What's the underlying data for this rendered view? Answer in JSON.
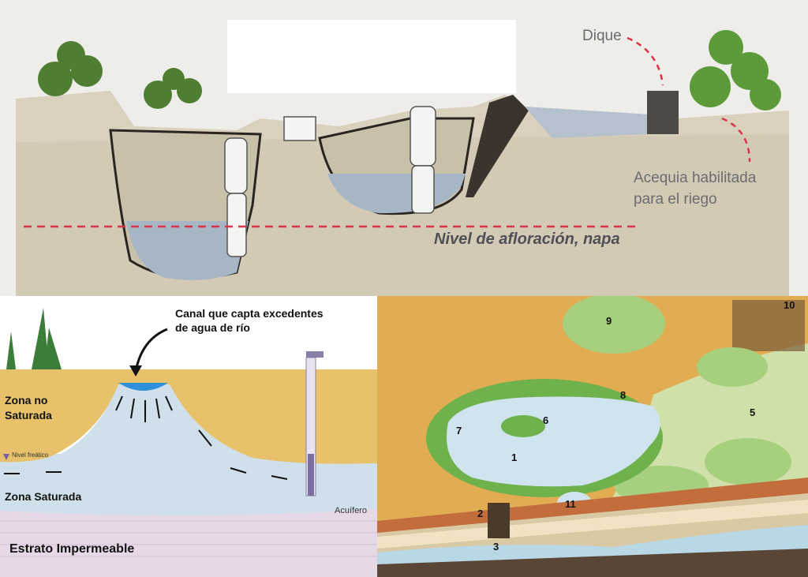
{
  "top_panel": {
    "labels": {
      "dique": "Dique",
      "acequia_line1": "Acequia habilitada",
      "acequia_line2": "para el riego",
      "nivel": "Nivel de afloración, napa"
    },
    "colors": {
      "water": "#a9b8c6",
      "soil": "#d6cdb8",
      "dash": "#d9334a"
    }
  },
  "bottom_left_panel": {
    "labels": {
      "canal_line1": "Canal que capta excedentes",
      "canal_line2": "de agua de río",
      "zona_no_line1": "Zona no",
      "zona_no_line2": "Saturada",
      "nivel_freatico": "Nivel freático",
      "zona_saturada": "Zona Saturada",
      "acuifero": "Acuífero",
      "estrato": "Estrato Impermeable"
    },
    "colors": {
      "unsaturated": "#e8c26a",
      "saturated": "#cfe0ea",
      "impermeable": "#e6d8e6",
      "canal": "#2f8fd8"
    }
  },
  "bottom_right_panel": {
    "numbers": [
      "1",
      "2",
      "3",
      "5",
      "6",
      "7",
      "8",
      "9",
      "10",
      "11"
    ],
    "colors": {
      "ground": "#e2ad52",
      "lake": "#cfe4ee",
      "vegetation": "#7fbf5a"
    }
  }
}
